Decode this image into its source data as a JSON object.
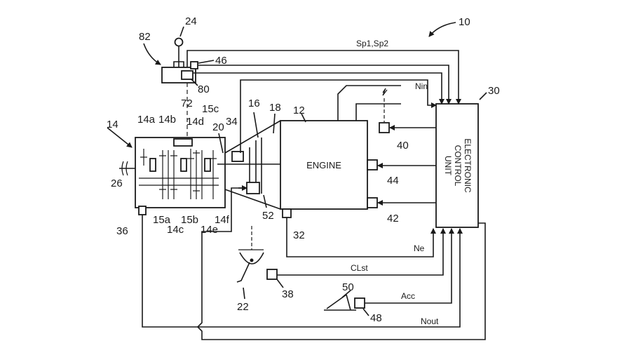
{
  "components": {
    "engine": "ENGINE",
    "ecu_line1": "ELECTRONIC",
    "ecu_line2": "CONTROL",
    "ecu_line3": "UNIT"
  },
  "signals": {
    "sp": "Sp1,Sp2",
    "nin": "Nin",
    "ne": "Ne",
    "clst": "CLst",
    "acc": "Acc",
    "nout": "Nout"
  },
  "refs": {
    "r10": "10",
    "r12": "12",
    "r14": "14",
    "r14a": "14a",
    "r14b": "14b",
    "r14c": "14c",
    "r14d": "14d",
    "r14e": "14e",
    "r14f": "14f",
    "r15a": "15a",
    "r15b": "15b",
    "r15c": "15c",
    "r16": "16",
    "r18": "18",
    "r20": "20",
    "r22": "22",
    "r24": "24",
    "r26": "26",
    "r30": "30",
    "r32": "32",
    "r34": "34",
    "r36": "36",
    "r38": "38",
    "r40": "40",
    "r42": "42",
    "r44": "44",
    "r46": "46",
    "r48": "48",
    "r50": "50",
    "r52": "52",
    "r72": "72",
    "r80": "80",
    "r82": "82"
  }
}
